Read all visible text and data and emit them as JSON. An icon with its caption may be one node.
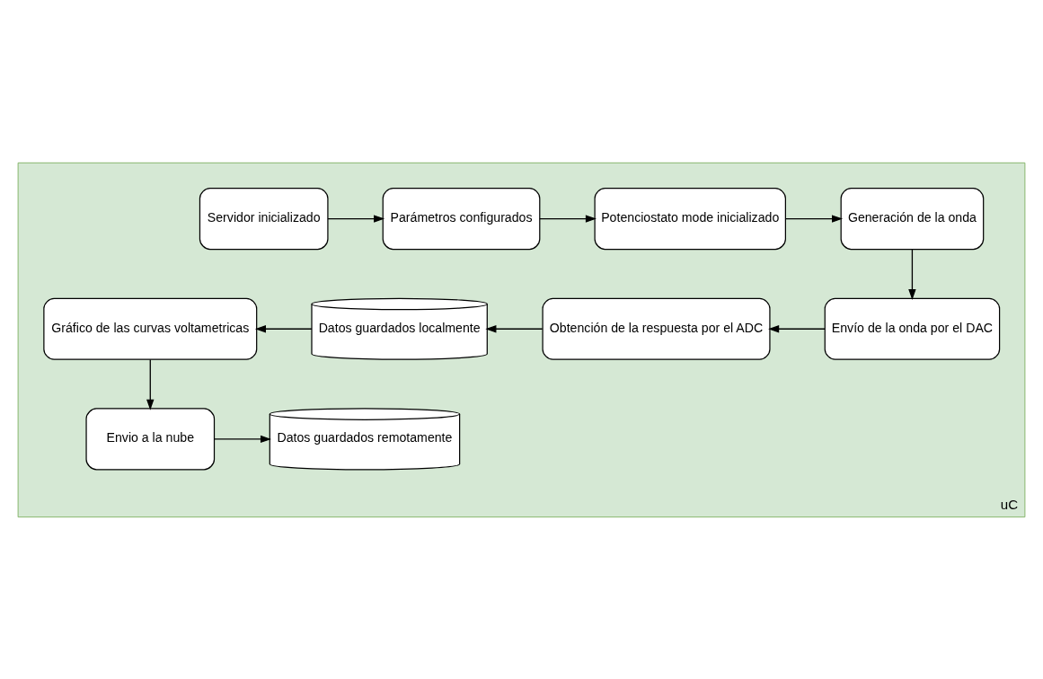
{
  "diagram": {
    "nodes": [
      {
        "text": [
          "uC"
        ]
      },
      {
        "text": [
          "Servidor inicializado"
        ],
        "in": 0
      },
      {
        "text": [
          "Parámetros configurados"
        ],
        "in": 0
      },
      {
        "text": [
          "Potenciostato mode inicializado"
        ],
        "in": 0
      },
      {
        "text": [
          "Generación de la onda"
        ],
        "in": 0
      },
      {
        "text": [
          "Envío de la onda por el DAC"
        ],
        "in": 0
      },
      {
        "text": [
          "Obtención de la respuesta por el ADC"
        ],
        "in": 0
      },
      {
        "text": [
          "Datos guardados localmente"
        ],
        "in": 0
      },
      {
        "text": [
          "Gráfico de las curvas voltametricas"
        ],
        "in": 0
      },
      {
        "text": [
          "Envio a la nube"
        ],
        "in": 0
      },
      {
        "text": [
          "Datos guardados remotamente"
        ],
        "in": 0
      }
    ],
    "edges": [
      {
        "from": 1,
        "to": 2,
        "arrow": "to"
      },
      {
        "from": 2,
        "to": 3,
        "arrow": "to"
      },
      {
        "from": 3,
        "to": 4,
        "arrow": "to"
      },
      {
        "from": 4,
        "to": 5,
        "arrow": "to"
      },
      {
        "from": 5,
        "to": 6,
        "arrow": "to"
      },
      {
        "from": 6,
        "to": 7,
        "arrow": "to"
      },
      {
        "from": 7,
        "to": 8,
        "arrow": "to"
      },
      {
        "from": 8,
        "to": 9,
        "arrow": "to"
      },
      {
        "from": 9,
        "to": 10,
        "arrow": "to"
      }
    ]
  }
}
